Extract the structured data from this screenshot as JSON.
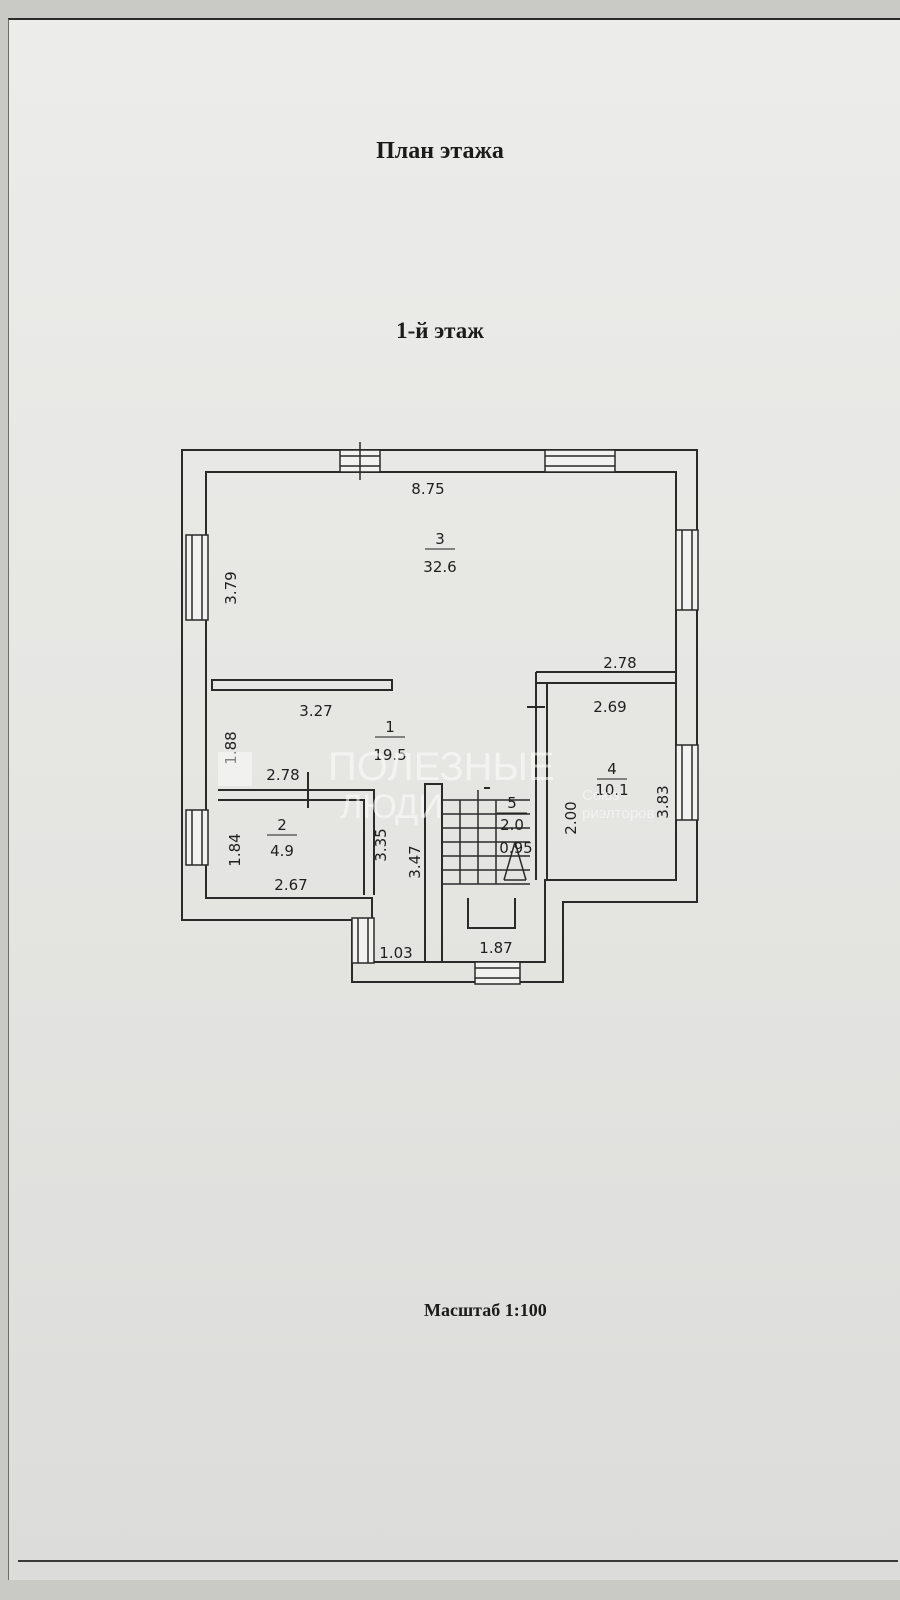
{
  "title": "План  этажа",
  "floor": "1-й этаж",
  "scale": "Масштаб  1:100",
  "rooms": [
    {
      "number": "3",
      "area": "32.6"
    },
    {
      "number": "1",
      "area": "19.5"
    },
    {
      "number": "2",
      "area": "4.9"
    },
    {
      "number": "4",
      "area": "10.1"
    },
    {
      "number": "5",
      "area": "2.0"
    }
  ],
  "dimensions": {
    "top_width": "8.75",
    "room3_left": "3.79",
    "partition": "3.27",
    "room4_top": "2.78",
    "room4_inner": "2.69",
    "room4_right": "3.83",
    "room4_left": "2.00",
    "room1_left": "1.88",
    "room2_top": "2.78",
    "room2_left": "1.84",
    "room2_bottom": "2.67",
    "room2_right": "3.35",
    "stair_left": "3.47",
    "room5_width": "0.95",
    "bottom_left": "1.03",
    "bottom_right": "1.87"
  },
  "watermark": {
    "line1": "ПОЛЕЗНЫЕ",
    "line2": "ЛЮДИ",
    "sub1": "Союз",
    "sub2": "риэлторов"
  }
}
